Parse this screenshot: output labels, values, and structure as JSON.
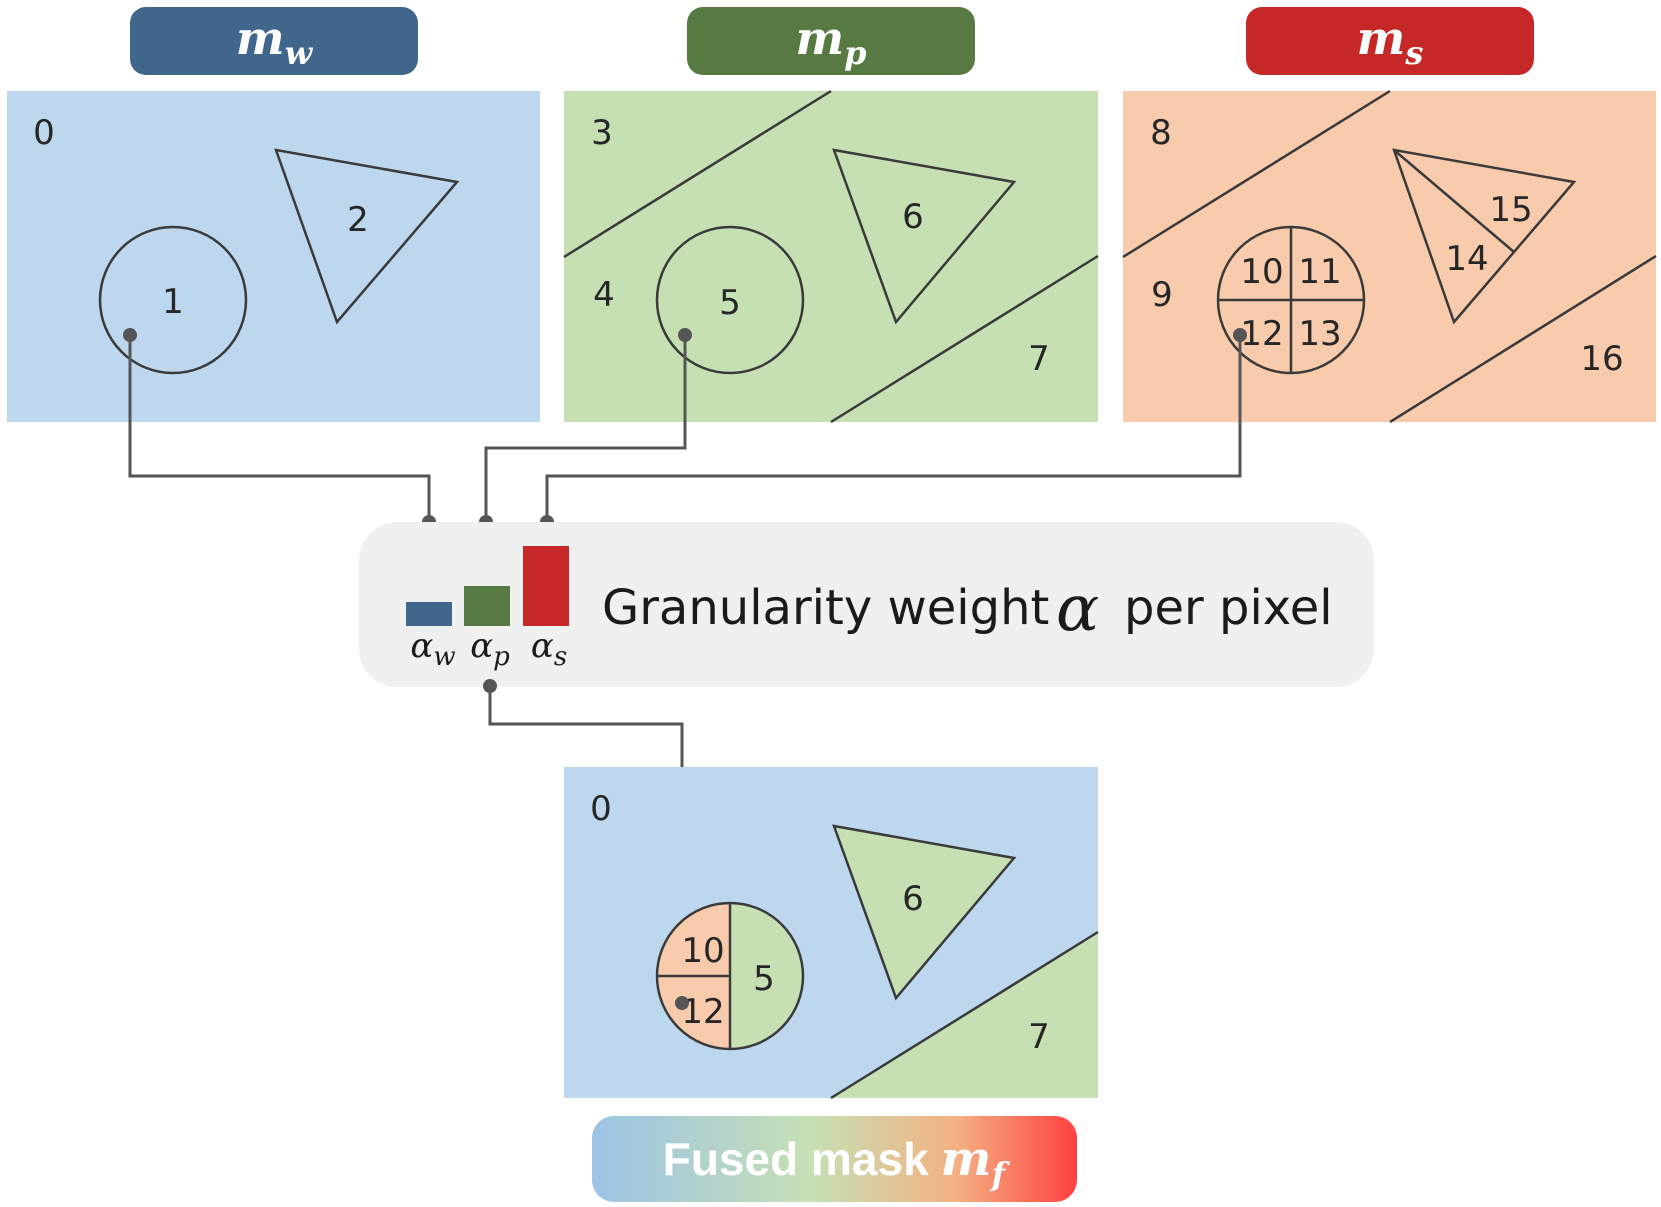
{
  "headers": {
    "mw": {
      "base": "m",
      "sub": "w",
      "color": "#41668c"
    },
    "mp": {
      "base": "m",
      "sub": "p",
      "color": "#567a41"
    },
    "ms": {
      "base": "m",
      "sub": "s",
      "color": "#c62828"
    }
  },
  "panels": {
    "mw": {
      "color": "#bdd7ee",
      "labels": [
        "0",
        "1",
        "2"
      ]
    },
    "mp": {
      "color": "#c6e0b4",
      "labels": [
        "3",
        "4",
        "5",
        "6",
        "7"
      ]
    },
    "ms": {
      "color": "#f8cbad",
      "labels": [
        "8",
        "9",
        "10",
        "11",
        "12",
        "13",
        "14",
        "15",
        "16"
      ]
    }
  },
  "weights": {
    "caption_before": "Granularity weight",
    "symbol": "α",
    "caption_after": "per pixel",
    "bars": [
      {
        "label_base": "α",
        "label_sub": "w",
        "value": 0.3,
        "color": "#41668c"
      },
      {
        "label_base": "α",
        "label_sub": "p",
        "value": 0.5,
        "color": "#567a41"
      },
      {
        "label_base": "α",
        "label_sub": "s",
        "value": 1.0,
        "color": "#c62828"
      }
    ]
  },
  "fused": {
    "labels": [
      "0",
      "6",
      "10",
      "5",
      "12",
      "7"
    ],
    "title_text": "Fused mask",
    "title_base": "m",
    "title_sub": "f"
  }
}
